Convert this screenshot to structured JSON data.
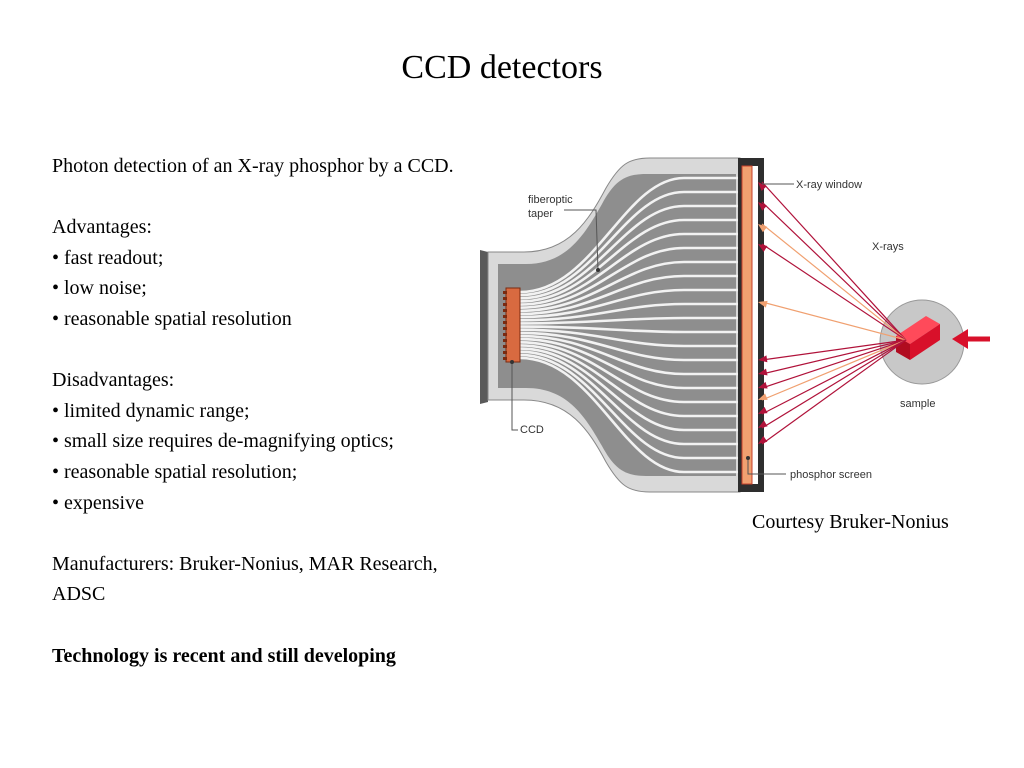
{
  "slide": {
    "title": "CCD detectors"
  },
  "body": {
    "intro": "Photon detection of an X-ray phosphor by a CCD.",
    "advantages_heading": "Advantages:",
    "advantages": [
      "• fast readout;",
      "• low noise;",
      "• reasonable spatial resolution"
    ],
    "disadvantages_heading": "Disadvantages:",
    "disadvantages": [
      "• limited dynamic range;",
      "• small size requires de-magnifying optics;",
      "• reasonable spatial resolution;",
      "• expensive"
    ],
    "manufacturers_line1": "Manufacturers: Bruker-Nonius, MAR Research,",
    "manufacturers_line2": "ADSC",
    "conclusion": "Technology is recent and still developing"
  },
  "figure": {
    "labels": {
      "fiberoptic_line1": "fiberoptic",
      "fiberoptic_line2": "taper",
      "xray_window": "X-ray window",
      "xrays": "X-rays",
      "sample": "sample",
      "ccd": "CCD",
      "phosphor_screen": "phosphor screen"
    },
    "colors": {
      "housing": "#d9d9d9",
      "housing_dark": "#4a4a4a",
      "phosphor": "#f0a070",
      "phosphor_edge": "#c8402a",
      "ray_red": "#b0123a",
      "ray_orange": "#f0a070",
      "sample_red": "#d8102a",
      "sample_circle": "#c8c8c8",
      "ccd_chip": "#d86a40"
    },
    "caption": "Courtesy Bruker-Nonius"
  }
}
